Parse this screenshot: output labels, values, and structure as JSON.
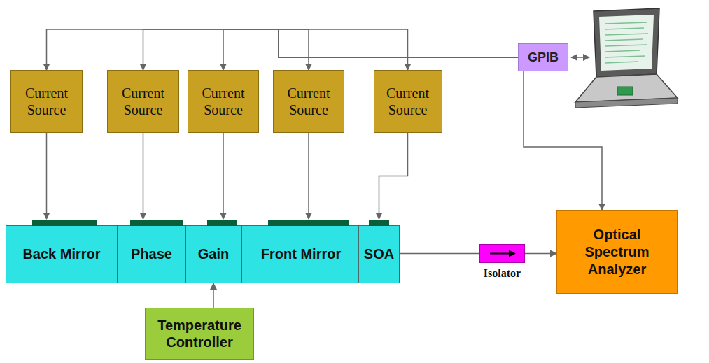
{
  "diagram": {
    "nodes": [
      {
        "text": [
          "GPIB"
        ]
      },
      {
        "text": [
          "Current Source"
        ]
      },
      {
        "text": [
          "Current Source"
        ]
      },
      {
        "text": [
          "Current Source"
        ]
      },
      {
        "text": [
          "Current Source"
        ]
      },
      {
        "text": [
          "Current Source"
        ]
      },
      {
        "text": [
          "Back Mirror"
        ]
      },
      {
        "text": [
          "Phase"
        ]
      },
      {
        "text": [
          "Gain"
        ]
      },
      {
        "text": [
          "Front Mirror"
        ]
      },
      {
        "text": [
          "SOA"
        ]
      },
      {
        "text": [
          "Isolator"
        ]
      },
      {
        "text": [
          "Optical Spectrum Analyzer"
        ]
      },
      {
        "text": [
          "Temperature Controller"
        ]
      }
    ],
    "edges": [
      {
        "from": 0,
        "to": 1,
        "arrow": "to"
      },
      {
        "from": 0,
        "to": 2,
        "arrow": "to"
      },
      {
        "from": 0,
        "to": 3,
        "arrow": "to"
      },
      {
        "from": 0,
        "to": 4,
        "arrow": "to"
      },
      {
        "from": 0,
        "to": 5,
        "arrow": "to"
      },
      {
        "from": 0,
        "to": 12,
        "arrow": "to"
      },
      {
        "from": 1,
        "to": 6,
        "arrow": "to"
      },
      {
        "from": 2,
        "to": 7,
        "arrow": "to"
      },
      {
        "from": 3,
        "to": 8,
        "arrow": "to"
      },
      {
        "from": 4,
        "to": 9,
        "arrow": "to"
      },
      {
        "from": 5,
        "to": 10,
        "arrow": "to"
      },
      {
        "from": 13,
        "to": 8,
        "arrow": "to"
      },
      {
        "from": 10,
        "to": 11,
        "arrow": "none"
      },
      {
        "from": 11,
        "to": 12,
        "arrow": "to"
      }
    ]
  }
}
